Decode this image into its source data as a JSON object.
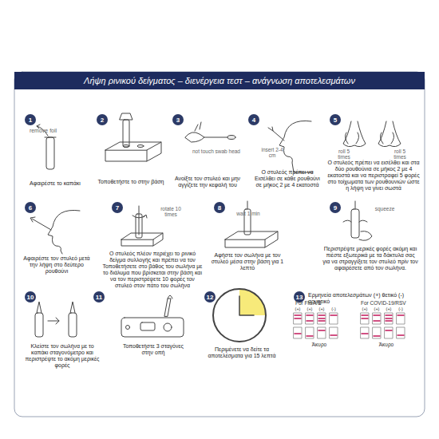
{
  "diagram": {
    "nodes": [
      {
        "text": [
          "Λήψη ρινικού δείγματος – διενέργεια τεστ – ανάγνωση αποτελεσμάτων"
        ]
      },
      {
        "text": [
          "1"
        ]
      },
      {
        "text": [
          "2"
        ]
      },
      {
        "text": [
          "3"
        ]
      },
      {
        "text": [
          "4"
        ]
      },
      {
        "text": [
          "5"
        ]
      },
      {
        "text": [
          "6"
        ]
      },
      {
        "text": [
          "7"
        ]
      },
      {
        "text": [
          "8"
        ]
      },
      {
        "text": [
          "9"
        ]
      },
      {
        "text": [
          "10"
        ]
      },
      {
        "text": [
          "11"
        ]
      },
      {
        "text": [
          "12"
        ]
      },
      {
        "text": [
          "13"
        ]
      }
    ],
    "labels": [
      "remove foil",
      "Αφαιρέστε το καπάκι",
      "Τοποθετήστε το στην βάση",
      "not touch swab head",
      "Ανοίξτε τον στυλεό και μην αγγίζετε την κεφαλή του",
      "insert 2-4 cm",
      "Ο στυλεός πρέπει να Εισέλθει σε κάθε ρουθούνι σε μήκος 2 με 4 εκατοστά",
      "roll 5 times",
      "roll 5 times",
      "Ο στυλεός πρέπει να εισέλθει και στα δύο ρουθούνια σε μήκος 2 με 4 εκατοστά και να περιστραφεί 5 φορές στο τοίχωματα των ρουθουνιών ώστε η λήψη να γίνει σωστά",
      "Αφαιρέστε τον στυλεό μετά την λήψη στο δεύτερο ρουθούνι",
      "rotate 10 times",
      "Ο στυλεός πλέον περιέχει το ρινικό δείγμα συλλογής και πρέπει να τον Τοποθετήσετε στο βάθος του σωλήνα με το διάλυμα που βρίσκεται στην βάση και να τον περιστρέψετε 10 φορές τον στυλεό στον πάτο του σωλήνα",
      "wait 1 min",
      "Αφήστε τον σωλήνα με τον στυλεό μέσα στην βάση για 1 λεπτό",
      "squeeze",
      "Περιστρέψτε μερικές φορές ακόμη και πιέστε εξωτερικά με τα δάκτυλα σας για να στραγγίξετε τον στυλεό πρίν τον αφαιρέσετε από τον σωλήνα.",
      "Κλείστε τον σωλήνα με το καπάκι σταγονόμετρο και περιστρέψτε το ακόμη μερικές φορές",
      "Τοποθετήστε 3 σταγόνες στην οπή",
      "Περιμένετε να δείτε τα αποτελέσματα για 15 λεπτά",
      "Ερμηνεία αποτελεσμάτων (+) θετικό (-) αρνητικό",
      "For Flu A/B",
      "For COVID-19/RSV",
      "Άκυρο",
      "Άκυρο",
      "(+)",
      "(+)",
      "(+)",
      "(-)",
      "(+)",
      "(+)",
      "(+)",
      "(-)"
    ]
  }
}
